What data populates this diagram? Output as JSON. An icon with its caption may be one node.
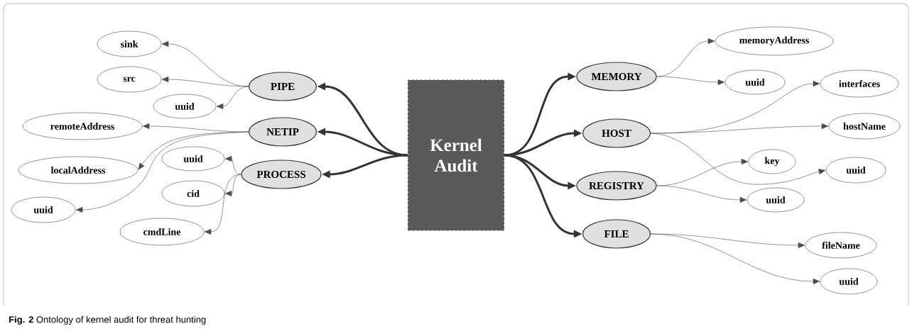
{
  "diagram": {
    "caption": "**Fig. 2** Ontology of kernel audit for threat hunting",
    "nodes": [
      {
        "text": [
          "Kernel Audit"
        ]
      },
      {
        "text": [
          "PIPE"
        ]
      },
      {
        "text": [
          "sink"
        ]
      },
      {
        "text": [
          "src"
        ]
      },
      {
        "text": [
          "uuid"
        ]
      },
      {
        "text": [
          "NETIP"
        ]
      },
      {
        "text": [
          "remoteAddress"
        ]
      },
      {
        "text": [
          "localAddress"
        ]
      },
      {
        "text": [
          "uuid"
        ]
      },
      {
        "text": [
          "PROCESS"
        ]
      },
      {
        "text": [
          "uuid"
        ]
      },
      {
        "text": [
          "cid"
        ]
      },
      {
        "text": [
          "cmdLine"
        ]
      },
      {
        "text": [
          "MEMORY"
        ]
      },
      {
        "text": [
          "memoryAddress"
        ]
      },
      {
        "text": [
          "uuid"
        ]
      },
      {
        "text": [
          "HOST"
        ]
      },
      {
        "text": [
          "interfaces"
        ]
      },
      {
        "text": [
          "hostName"
        ]
      },
      {
        "text": [
          "uuid"
        ]
      },
      {
        "text": [
          "REGISTRY"
        ]
      },
      {
        "text": [
          "key"
        ]
      },
      {
        "text": [
          "uuid"
        ]
      },
      {
        "text": [
          "FILE"
        ]
      },
      {
        "text": [
          "fileName"
        ]
      },
      {
        "text": [
          "uuid"
        ]
      }
    ],
    "edges": [
      {
        "from": 0,
        "to": 1,
        "arrow": "to",
        "style": "thick"
      },
      {
        "from": 0,
        "to": 5,
        "arrow": "to",
        "style": "thick"
      },
      {
        "from": 0,
        "to": 9,
        "arrow": "to",
        "style": "thick"
      },
      {
        "from": 0,
        "to": 13,
        "arrow": "to",
        "style": "thick"
      },
      {
        "from": 0,
        "to": 16,
        "arrow": "to",
        "style": "thick"
      },
      {
        "from": 0,
        "to": 20,
        "arrow": "to",
        "style": "thick"
      },
      {
        "from": 0,
        "to": 23,
        "arrow": "to",
        "style": "thick"
      },
      {
        "from": 1,
        "to": 2,
        "arrow": "to"
      },
      {
        "from": 1,
        "to": 3,
        "arrow": "to"
      },
      {
        "from": 1,
        "to": 4,
        "arrow": "to"
      },
      {
        "from": 5,
        "to": 6,
        "arrow": "to"
      },
      {
        "from": 5,
        "to": 7,
        "arrow": "to"
      },
      {
        "from": 5,
        "to": 8,
        "arrow": "to"
      },
      {
        "from": 9,
        "to": 10,
        "arrow": "to"
      },
      {
        "from": 9,
        "to": 11,
        "arrow": "to"
      },
      {
        "from": 9,
        "to": 12,
        "arrow": "to"
      },
      {
        "from": 13,
        "to": 14,
        "arrow": "to"
      },
      {
        "from": 13,
        "to": 15,
        "arrow": "to"
      },
      {
        "from": 16,
        "to": 17,
        "arrow": "to"
      },
      {
        "from": 16,
        "to": 18,
        "arrow": "to"
      },
      {
        "from": 16,
        "to": 19,
        "arrow": "to"
      },
      {
        "from": 20,
        "to": 21,
        "arrow": "to"
      },
      {
        "from": 20,
        "to": 22,
        "arrow": "to"
      },
      {
        "from": 23,
        "to": 24,
        "arrow": "to"
      },
      {
        "from": 23,
        "to": 25,
        "arrow": "to"
      }
    ]
  }
}
